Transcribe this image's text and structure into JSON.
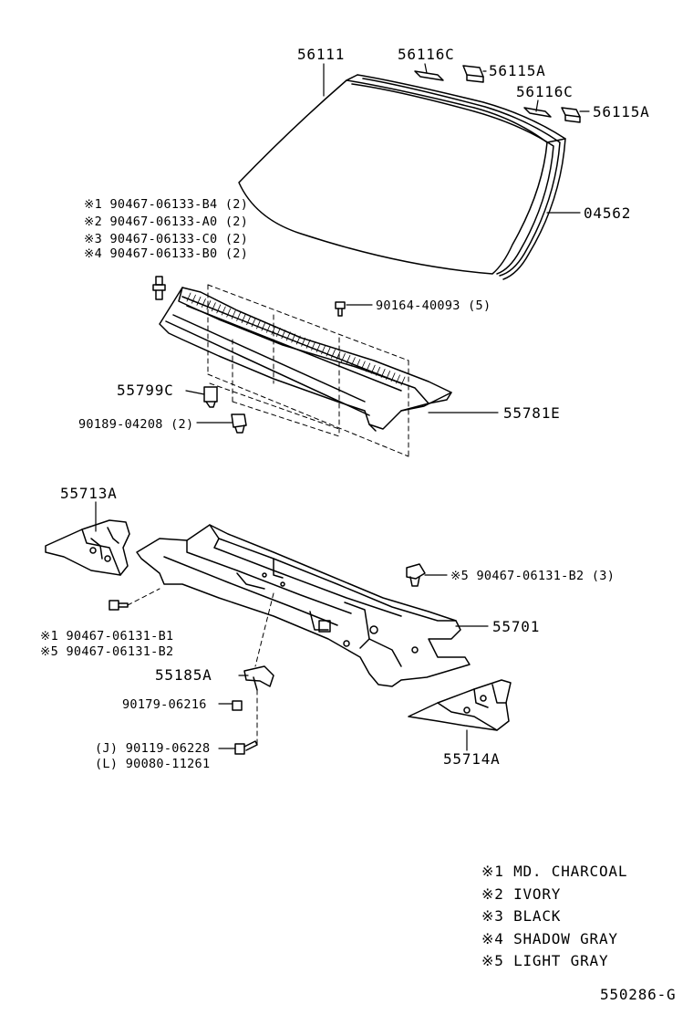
{
  "parts": {
    "windshield": "56111",
    "molding_clip_1": "56116C",
    "molding_clip_2": "56116C",
    "retainer_1": "56115A",
    "retainer_2": "56115A",
    "weatherstrip": "04562",
    "cowl_louver": "55781E",
    "louver_clip": "55799C",
    "louver_clip_nut": "90189-04208 (2)",
    "louver_screw": "90164-40093 (5)",
    "cowl_panel": "55701",
    "side_panel_left": "55713A",
    "side_panel_right": "55714A",
    "bracket": "55185A",
    "bracket_clip": "90179-06216",
    "clip_right": "※5  90467-06131-B2 (3)"
  },
  "fastener_group_top": [
    "※1  90467-06133-B4 (2)",
    "※2  90467-06133-A0 (2)",
    "※3  90467-06133-C0 (2)",
    "※4  90467-06133-B0 (2)"
  ],
  "fastener_group_left": [
    "※1  90467-06131-B1",
    "※5  90467-06131-B2"
  ],
  "bolt_options": [
    "(J)  90119-06228",
    "(L)  90080-11261"
  ],
  "color_legend": [
    "※1  MD. CHARCOAL",
    "※2  IVORY",
    "※3  BLACK",
    "※4  SHADOW GRAY",
    "※5  LIGHT GRAY"
  ],
  "diagram_code": "550286-G"
}
